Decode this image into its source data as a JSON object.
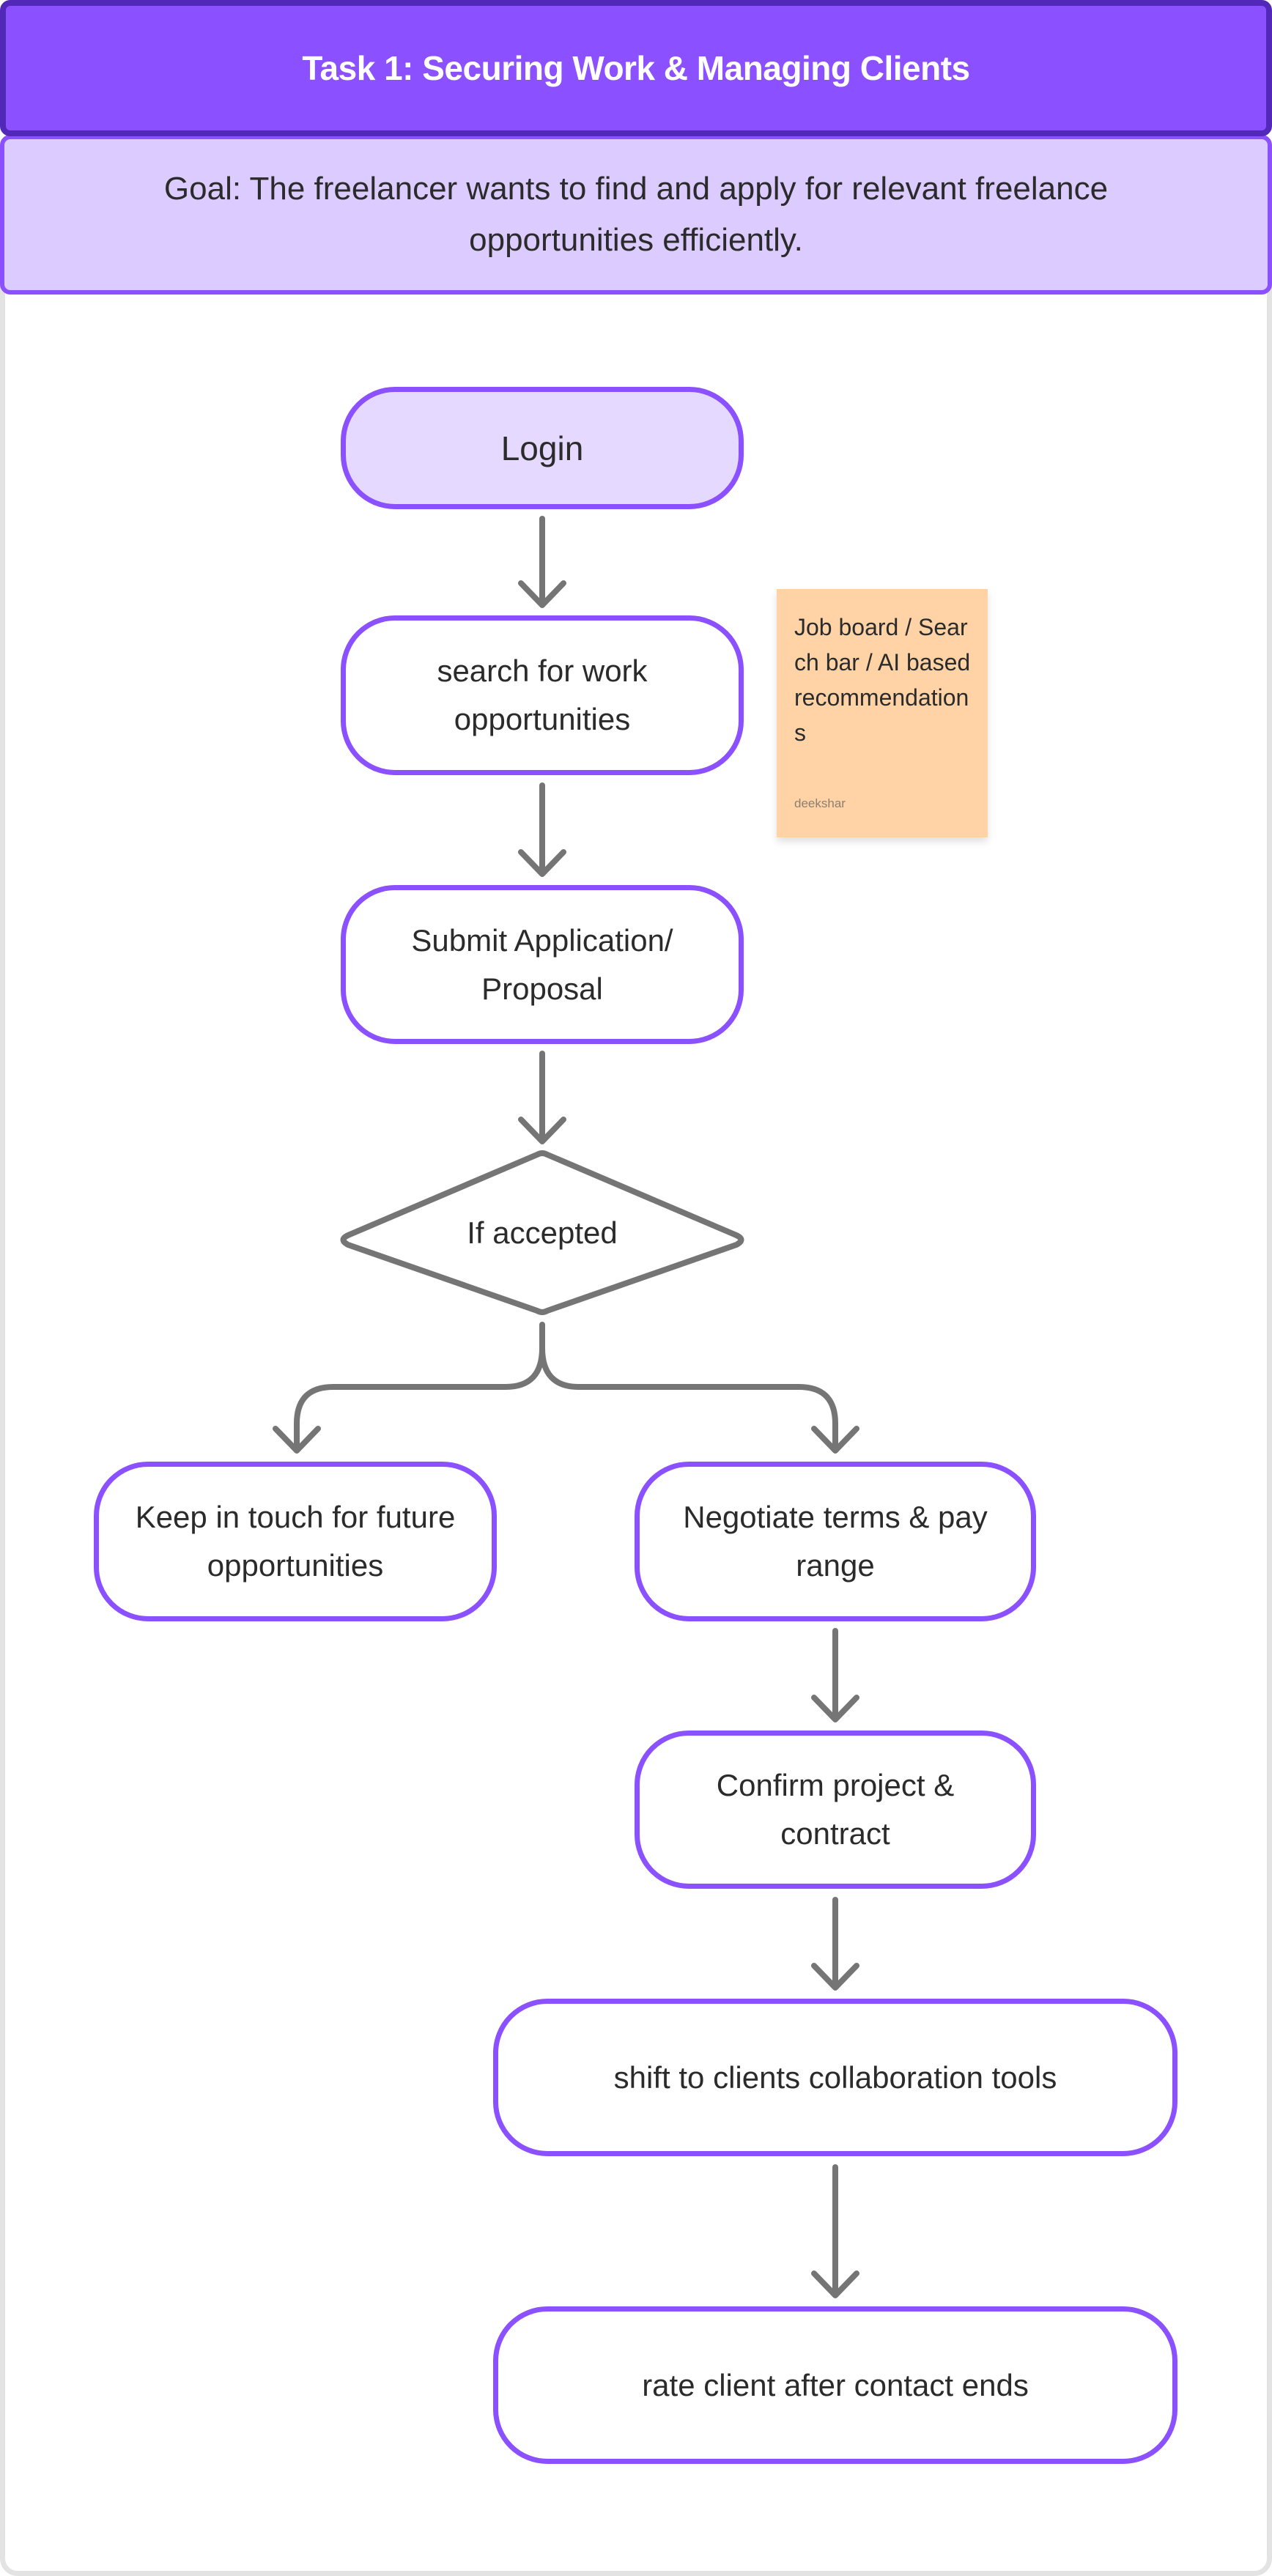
{
  "header": {
    "title": "Task 1: Securing Work & Managing Clients"
  },
  "goal": {
    "text": "Goal: The freelancer wants to find and apply for relevant freelance opportunities efficiently."
  },
  "flow": {
    "nodes": [
      {
        "id": "login",
        "type": "start",
        "label": "Login"
      },
      {
        "id": "search",
        "type": "process",
        "label": "search for work opportunities"
      },
      {
        "id": "submit",
        "type": "process",
        "label": "Submit Application/ Proposal"
      },
      {
        "id": "accepted",
        "type": "decision",
        "label": "If accepted"
      },
      {
        "id": "keep",
        "type": "process",
        "label": "Keep in touch for future opportunities"
      },
      {
        "id": "negotiate",
        "type": "process",
        "label": "Negotiate terms & pay range"
      },
      {
        "id": "confirm",
        "type": "process",
        "label": "Confirm project & contract"
      },
      {
        "id": "shift",
        "type": "process",
        "label": "shift to clients collaboration tools"
      },
      {
        "id": "rate",
        "type": "process",
        "label": "rate client after contact ends"
      }
    ],
    "edges": [
      {
        "from": "login",
        "to": "search"
      },
      {
        "from": "search",
        "to": "submit"
      },
      {
        "from": "submit",
        "to": "accepted"
      },
      {
        "from": "accepted",
        "to": "keep"
      },
      {
        "from": "accepted",
        "to": "negotiate"
      },
      {
        "from": "negotiate",
        "to": "confirm"
      },
      {
        "from": "confirm",
        "to": "shift"
      },
      {
        "from": "shift",
        "to": "rate"
      }
    ]
  },
  "sticky_note": {
    "text": "Job board / Search bar / AI based recommendations",
    "author": "deekshar"
  },
  "colors": {
    "header_fill": "#8b50ff",
    "header_border": "#5128b8",
    "goal_fill": "#dccbff",
    "node_border": "#8b50ff",
    "start_fill": "#e6d9ff",
    "connector": "#757575",
    "sticky_fill": "#ffd3a6"
  }
}
